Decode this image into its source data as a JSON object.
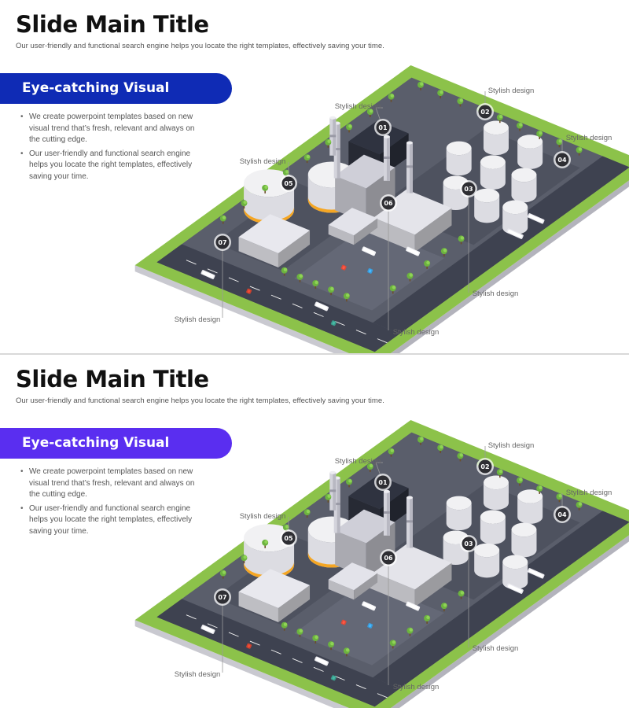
{
  "slides": [
    {
      "title": "Slide Main Title",
      "subtitle": "Our user-friendly and functional search engine helps you locate the right templates, effectively saving your time.",
      "banner": {
        "label": "Eye-catching Visual",
        "color": "#0f2bb5"
      },
      "bullets": [
        "We create powerpoint templates based on new visual trend that’s fresh, relevant and always on the cutting edge.",
        "Our user-friendly and functional search engine helps you locate the right templates, effectively saving your time."
      ],
      "callouts": [
        {
          "num": "01",
          "label": "Stylish design"
        },
        {
          "num": "02",
          "label": "Stylish design"
        },
        {
          "num": "03",
          "label": "Stylish design"
        },
        {
          "num": "04",
          "label": "Stylish design"
        },
        {
          "num": "05",
          "label": "Stylish design"
        },
        {
          "num": "06",
          "label": "Stylish design"
        },
        {
          "num": "07",
          "label": "Stylish design"
        }
      ]
    },
    {
      "title": "Slide Main Title",
      "subtitle": "Our user-friendly and functional search engine helps you locate the right templates, effectively saving your time.",
      "banner": {
        "label": "Eye-catching Visual",
        "color": "#5a2ef0"
      },
      "bullets": [
        "We create powerpoint templates based on new visual trend that’s fresh, relevant and always on the cutting edge.",
        "Our user-friendly and functional search engine helps you locate the right templates, effectively saving your time."
      ],
      "callouts": [
        {
          "num": "01",
          "label": "Stylish design"
        },
        {
          "num": "02",
          "label": "Stylish design"
        },
        {
          "num": "03",
          "label": "Stylish design"
        },
        {
          "num": "04",
          "label": "Stylish design"
        },
        {
          "num": "05",
          "label": "Stylish design"
        },
        {
          "num": "06",
          "label": "Stylish design"
        },
        {
          "num": "07",
          "label": "Stylish design"
        }
      ]
    }
  ],
  "illustration": {
    "subject": "isometric-oil-refinery-plant",
    "colors": {
      "platform": "#8cc24a",
      "ground": "#4b4f5c",
      "tank": "#f1f1f3",
      "tank_band": "#f5a623",
      "road": "#3e4250",
      "tree": "#6cb33f"
    }
  }
}
